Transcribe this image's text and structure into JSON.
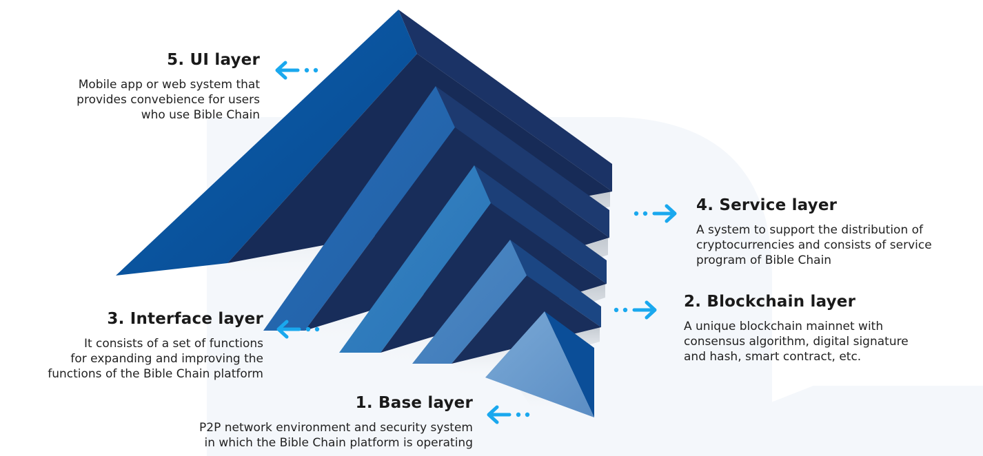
{
  "colors": {
    "arrow": "#1aa8ee",
    "watermark": "#f3f6fb",
    "layer_dark": "#1b2f5c",
    "layer_5": "#0b54a0",
    "layer_3": "#2466ad",
    "layer_1": "#6a9fd0"
  },
  "layers": {
    "ui": {
      "title": "5. UI layer",
      "description": "Mobile app or web system that\nprovides convebience for users\nwho use Bible Chain"
    },
    "service": {
      "title": "4. Service layer",
      "description": "A system to support the distribution of\ncryptocurrencies and consists of service\nprogram of Bible Chain"
    },
    "interface": {
      "title": "3. Interface layer",
      "description": "It consists of a set of functions\nfor expanding and improving the\nfunctions of the Bible Chain platform"
    },
    "blockchain": {
      "title": "2. Blockchain layer",
      "description": "A unique blockchain mainnet with\nconsensus algorithm, digital signature\nand hash, smart contract, etc."
    },
    "base": {
      "title": "1. Base layer",
      "description": "P2P network environment and security system\nin which the Bible Chain platform is operating"
    }
  },
  "arrows": {
    "ui": "arrow-left-icon",
    "service": "arrow-right-icon",
    "interface": "arrow-left-icon",
    "blockchain": "arrow-right-icon",
    "base": "arrow-left-icon"
  }
}
